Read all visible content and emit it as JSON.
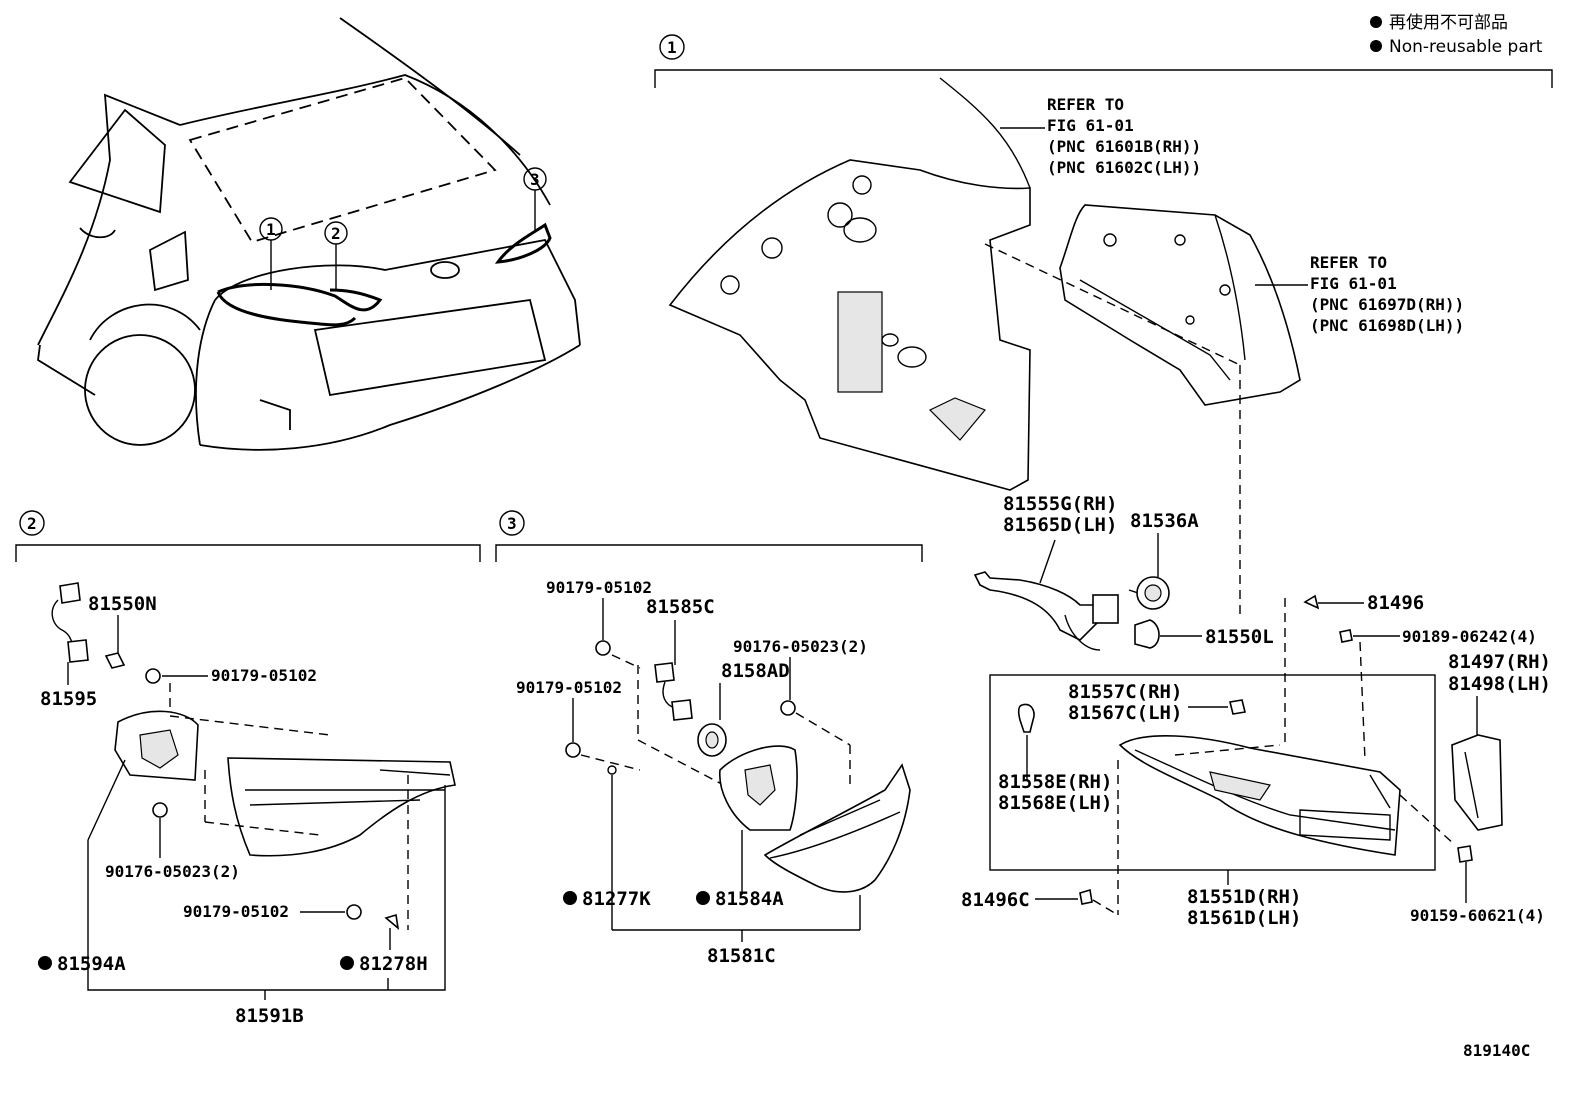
{
  "legend": {
    "line_jp": "再使用不可部品",
    "line_en": "Non-reusable part"
  },
  "sections": {
    "s1": "1",
    "s2": "2",
    "s3": "3"
  },
  "refer": {
    "a": [
      "REFER TO",
      "FIG 61-01",
      "(PNC 61601B(RH))",
      "(PNC 61602C(LH))"
    ],
    "b": [
      "REFER TO",
      "FIG 61-01",
      "(PNC 61697D(RH))",
      "(PNC 61698D(LH))"
    ]
  },
  "parts": {
    "p81555G": "81555G(RH)",
    "p81565D": "81565D(LH)",
    "p81536A": "81536A",
    "p81550L": "81550L",
    "p81496": "81496",
    "p90189": "90189-06242(4)",
    "p81497": "81497(RH)",
    "p81498": "81498(LH)",
    "p81557C": "81557C(RH)",
    "p81567C": "81567C(LH)",
    "p81558E": "81558E(RH)",
    "p81568E": "81568E(LH)",
    "p81496C": "81496C",
    "p81551D": "81551D(RH)",
    "p81561D": "81561D(LH)",
    "p90159": "90159-60621(4)",
    "p81550N": "81550N",
    "p81595": "81595",
    "p90179_a": "90179-05102",
    "p90176_a": "90176-05023(2)",
    "p90179_b": "90179-05102",
    "p81594A": "81594A",
    "p81278H": "81278H",
    "p81591B": "81591B",
    "p90179_c": "90179-05102",
    "p81585C": "81585C",
    "p90176_b": "90176-05023(2)",
    "p90179_d": "90179-05102",
    "p8158AD": "8158AD",
    "p81277K": "81277K",
    "p81584A": "81584A",
    "p81581C": "81581C"
  },
  "figure_code": "819140C"
}
